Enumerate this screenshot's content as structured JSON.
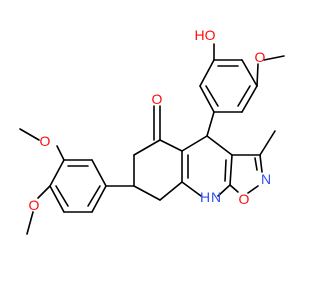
{
  "colors": {
    "bond": "#000000",
    "oxygen": "#ff0d0d",
    "nitrogen": "#3050f8",
    "background": "#ffffff"
  },
  "atoms": {
    "ho": "HO",
    "o_hydroxyphenyl_methoxy": "O",
    "o_ketone": "O",
    "n_isoxazole": "N",
    "o_isoxazole": "O",
    "nh_n": "N",
    "nh_h": "H",
    "o_dimethoxy_1": "O",
    "o_dimethoxy_2": "O"
  }
}
